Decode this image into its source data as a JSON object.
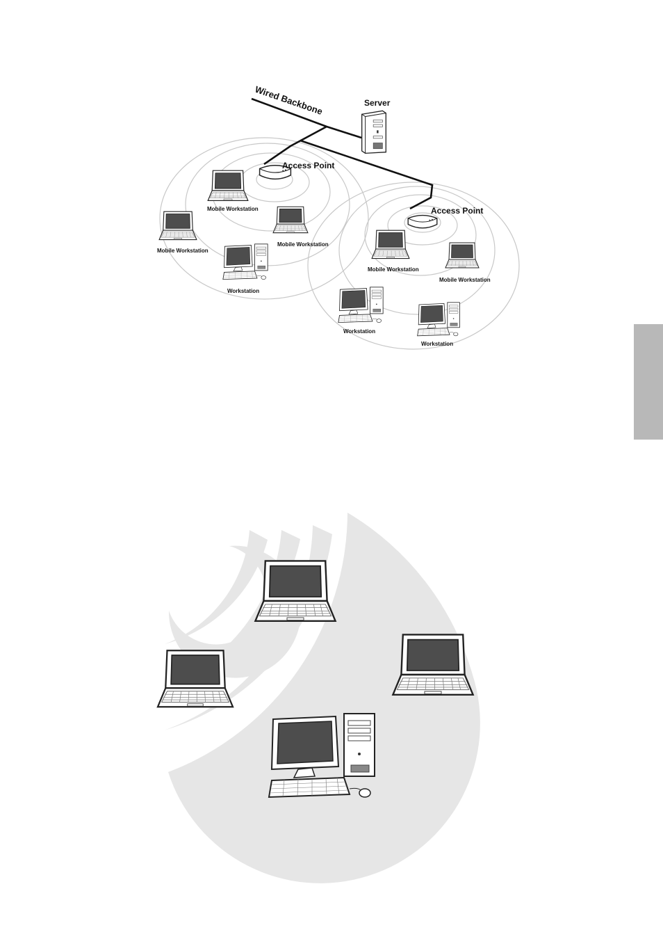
{
  "infrastructure_diagram": {
    "backbone_label": "Wired Backbone",
    "server_label": "Server",
    "access_point_label": "Access Point",
    "mobile_workstation_label": "Mobile Workstation",
    "workstation_label": "Workstation"
  },
  "colors": {
    "ring": "#c8c8c8",
    "adhoc_wave": "#e6e6e6",
    "screen": "#4d4d4d",
    "side_tab": "#b8b8b8"
  }
}
